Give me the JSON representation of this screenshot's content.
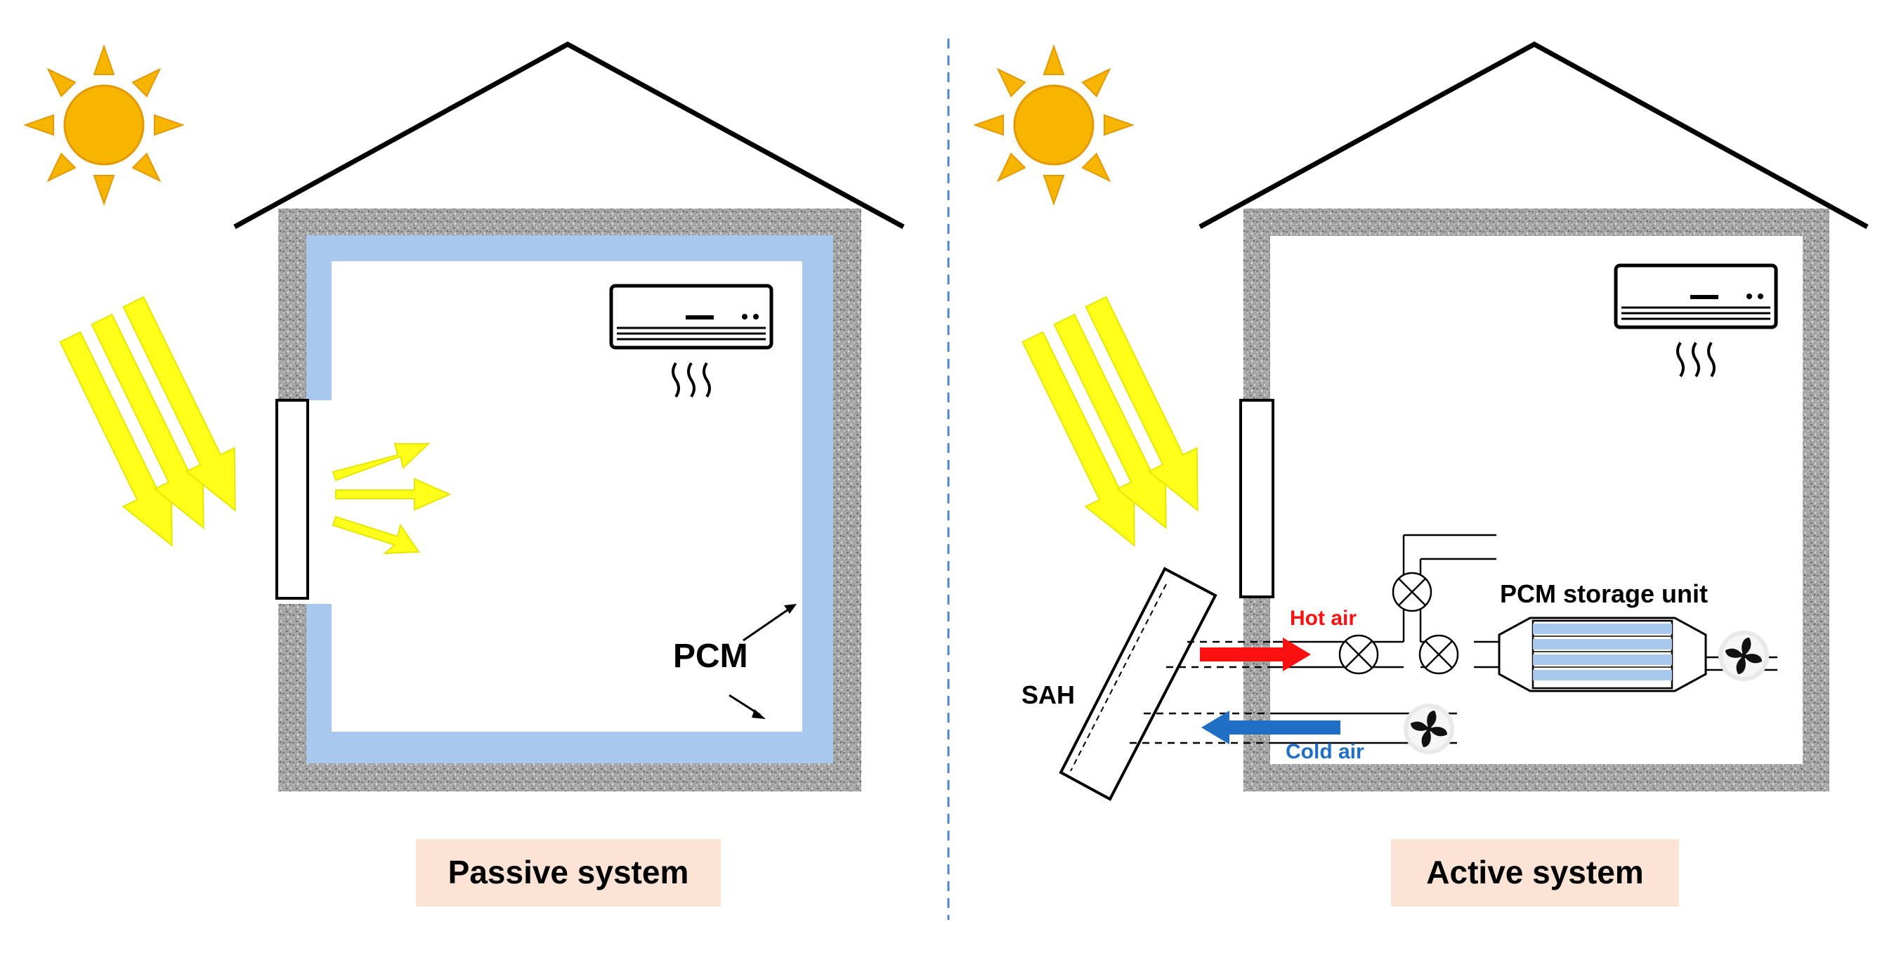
{
  "passive": {
    "pcm_label": "PCM",
    "caption": "Passive system"
  },
  "active": {
    "sah_label": "SAH",
    "hot_air_label": "Hot air",
    "cold_air_label": "Cold air",
    "storage_label": "PCM storage unit",
    "caption": "Active system"
  },
  "colors": {
    "sun": "#F7B500",
    "sun_outline": "#E39A00",
    "ray": "#FFFF1A",
    "wall": "#9A9A9A",
    "pcm_layer": "#A8C8EE",
    "caption_bg": "#FBE4D5",
    "divider": "#4A86C8",
    "hot_arrow": "#FF1010",
    "cold_arrow": "#1F6FC4",
    "storage_stripe": "#A8C8EE"
  }
}
